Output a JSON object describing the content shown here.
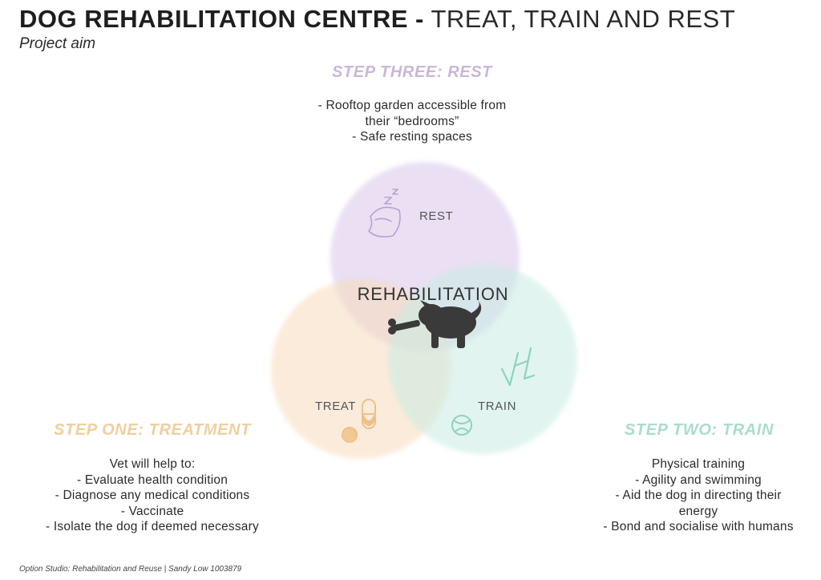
{
  "title": {
    "bold": "DOG REHABILITATION CENTRE -",
    "light": "TREAT, TRAIN AND REST"
  },
  "subtitle": "Project aim",
  "steps": {
    "rest": {
      "heading": "STEP THREE: REST",
      "items": [
        "- Rooftop garden accessible from",
        "their “bedrooms”",
        "- Safe resting spaces"
      ],
      "color": "#cbb6da"
    },
    "treat": {
      "heading": "STEP ONE: TREATMENT",
      "items": [
        "Vet will help to:",
        "- Evaluate health condition",
        "- Diagnose any medical conditions",
        "- Vaccinate",
        "- Isolate the dog if deemed necessary"
      ],
      "color": "#efcf9f"
    },
    "train": {
      "heading": "STEP TWO: TRAIN",
      "items": [
        "Physical training",
        "- Agility and swimming",
        "- Aid the dog in directing their",
        "energy",
        "- Bond and socialise with humans"
      ],
      "color": "#a9dccd"
    }
  },
  "diagram": {
    "center_label": "REHABILITATION",
    "rest_label": "REST",
    "treat_label": "TREAT",
    "train_label": "TRAIN",
    "icons": [
      "sleeping-pillow-icon",
      "pills-icon",
      "ball-icon",
      "agility-hurdle-icon",
      "dog-with-bone-icon"
    ],
    "colors": {
      "rest": "#d9c6ea",
      "treat": "#f8dcbc",
      "train": "#c9ece3",
      "rest_icon": "#b9a2cf",
      "treat_icon": "#efc08a",
      "train_icon": "#8fd2bf",
      "dog": "#3a3a3a"
    }
  },
  "footer": "Option Studio: Rehabilitation and Reuse | Sandy Low 1003879"
}
